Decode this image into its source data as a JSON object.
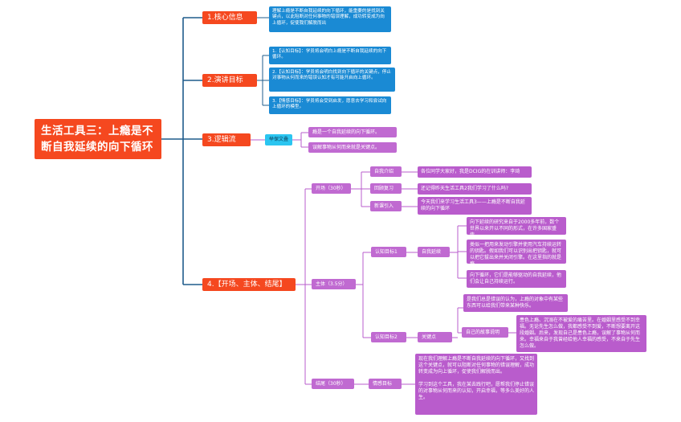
{
  "root": "生活工具三：上瘾是不断自我延续的向下循环",
  "b1": {
    "label": "1.核心信息",
    "text": "理解上瘾是不断自我延续的向下循环，能重要的是找到关键点，以此阻断对任何事物的错误理解，成功转变成为向上循环，促使我们解脱而出"
  },
  "b2": {
    "label": "2.演讲目标",
    "goals": [
      "1.【认知目标】：学员将会明白上瘾是不断自我延续的向下循环。",
      "2.【认知目标】：学员将会明白找到向下循环的关键点，停止对事物从何而来的错误认知才有可能开启向上循环。",
      "3.【情感目标】：学员将会受到启发，愿意去学习和尝试向上循环的模型。"
    ]
  },
  "b3": {
    "label": "3.逻辑流",
    "mid": "举保文叠",
    "items": [
      "瘾是一个自我延续的向下循环。",
      "误解事物从何而来就是关键点。"
    ]
  },
  "b4": {
    "label": "4.【开场、主体、结尾】",
    "opening": {
      "label": "开场（30秒）",
      "items": [
        {
          "label": "自我介绍",
          "text": "各位同学大家好，我是DCIG的在训讲师：李琦"
        },
        {
          "label": "回顾复习",
          "text": "还记得昨天生活工具2我们学习了什么吗?"
        },
        {
          "label": "新课引入",
          "text": "今天我们来学习生活工具3——上瘾是不断自我延续的向下循环"
        }
      ]
    },
    "body": {
      "label": "主体（3.5分）",
      "goal1": {
        "label": "认知目标1",
        "mid": "自我延续",
        "texts": [
          "向下延续的研究来自于2000多年前，数个世界以来开以不同的形式，在许多国家盛传。",
          "类似一把用来发动引擎并使用汽车持续运转的钥匙。假如我们可以识别出把钥匙，就可以把它拔出来并关闭引擎。在这里指的就是瘾",
          "向下循环，它们是能够驱动的自我延续，他们会让自己持续运行。"
        ]
      },
      "goal2": {
        "label": "认知目标2",
        "mid": "关键点",
        "text1": "是我们总是错误的认为，上瘾的对象中有某些东西可以给我们带来某种快乐。",
        "sub": "自己的故事说明",
        "text2": "患色上瘾、沉溺在不被爱的痛苦里。在婚姻里感受不到幸福。无论先生怎么做，我都感受不到爱，不断想要离开这段婚姻。后来，发现自己是患色上瘾，误解了事物从何而来。幸福来自于我曾经给他人幸福的感受，不来自于先生怎么做。"
      }
    },
    "ending": {
      "label": "结尾（30秒）",
      "mid": "情感目标",
      "text": "现在我们理解上瘾是不断自我延续的向下循环，又找到这个关键点，就可以阻断对任何事物的错误理解，成功转变成为向上循环，促使我们解脱而出。\n\n学习到这个工具，我在某去践行吧，愿帮我们停止错误的对事物从何而来的认知，开启幸福，等多么美好的人生。"
    }
  },
  "colors": {
    "orange": "#f5481f",
    "blue": "#1a8ad4",
    "cyan": "#2bc5f0",
    "purple": "#b95ccc",
    "line_dark": "#1f5c8c",
    "line_purple": "#b95ccc"
  }
}
